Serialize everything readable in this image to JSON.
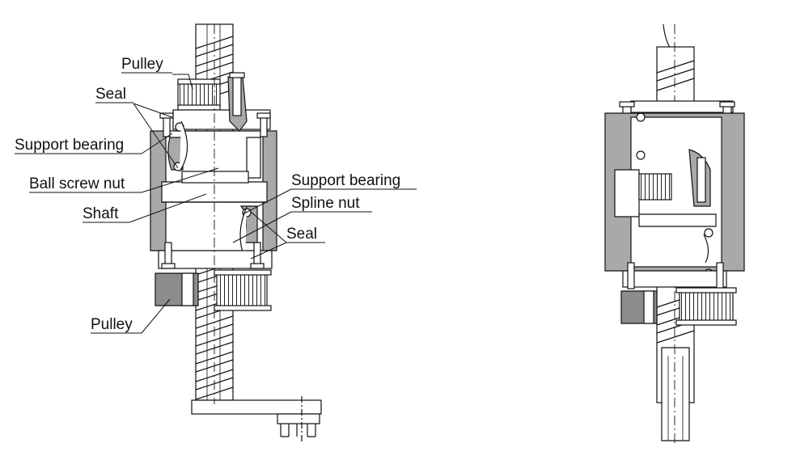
{
  "labels": {
    "pulley_top": "Pulley",
    "seal_left": "Seal",
    "support_bearing_left": "Support bearing",
    "ball_screw_nut": "Ball screw nut",
    "shaft": "Shaft",
    "pulley_bottom": "Pulley",
    "support_bearing_right": "Support bearing",
    "spline_nut": "Spline nut",
    "seal_right": "Seal"
  },
  "colors": {
    "line": "#111111",
    "housing_fill": "#a9a9a9",
    "dark_fill": "#8c8c8c",
    "paper": "#ffffff"
  }
}
